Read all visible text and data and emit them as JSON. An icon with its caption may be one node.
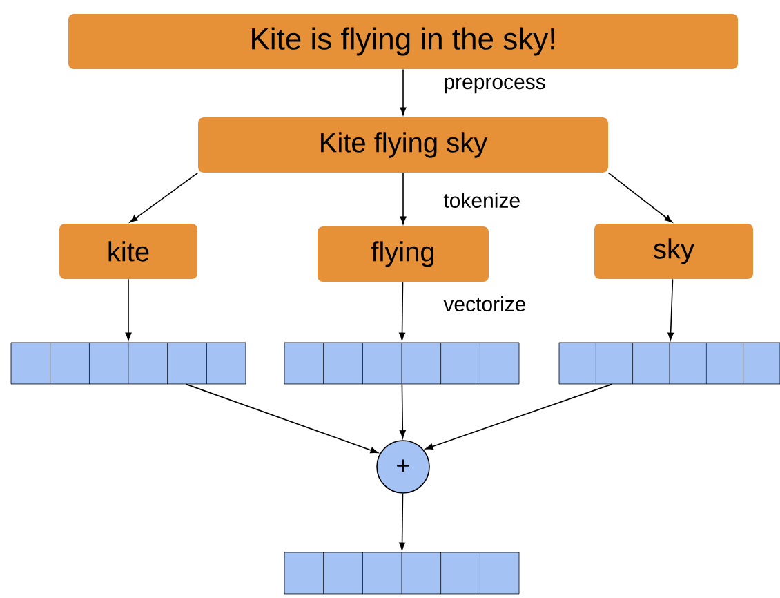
{
  "diagram": {
    "nodes": [
      {
        "text": [
          "Kite is flying in the sky!"
        ]
      },
      {
        "text": [
          "Kite flying sky"
        ]
      },
      {
        "text": [
          "kite"
        ]
      },
      {
        "text": [
          "flying"
        ]
      },
      {
        "text": [
          "sky"
        ]
      },
      {
        "text": [],
        "shape": "bar"
      },
      {
        "text": [],
        "shape": "bar"
      },
      {
        "text": [],
        "shape": "bar"
      },
      {
        "text": [
          "+"
        ]
      },
      {
        "text": [],
        "shape": "bar"
      }
    ],
    "edges": [
      {
        "from": 0,
        "to": 1,
        "arrow": "to",
        "label": "preprocess"
      },
      {
        "from": 1,
        "to": 2,
        "arrow": "to"
      },
      {
        "from": 1,
        "to": 3,
        "arrow": "to",
        "label": "tokenize"
      },
      {
        "from": 1,
        "to": 4,
        "arrow": "to"
      },
      {
        "from": 2,
        "to": 5,
        "arrow": "to"
      },
      {
        "from": 3,
        "to": 6,
        "arrow": "to",
        "label": "vectorize"
      },
      {
        "from": 4,
        "to": 7,
        "arrow": "to"
      },
      {
        "from": 5,
        "to": 8,
        "arrow": "to"
      },
      {
        "from": 6,
        "to": 8,
        "arrow": "to"
      },
      {
        "from": 7,
        "to": 8,
        "arrow": "to"
      },
      {
        "from": 8,
        "to": 9,
        "arrow": "to"
      }
    ]
  }
}
